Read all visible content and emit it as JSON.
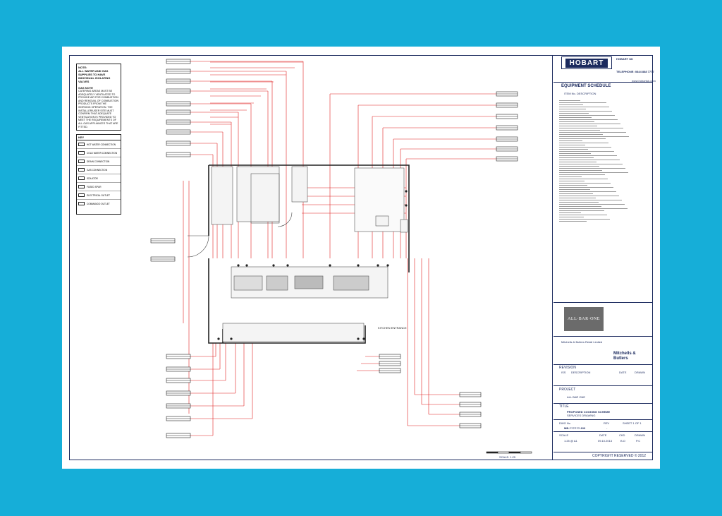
{
  "notes": {
    "title": "NOTE:",
    "water_gas": "ALL WATER AND GAS SUPPLIES TO HAVE INDIVIDUAL ISOLATING VALVES",
    "gas_note_title": "GAS NOTE",
    "gas_note": "CATERING AREAS MUST BE ADEQUATELY VENTILATED TO PROVIDE AIR FOR COMBUSTION AND REMOVAL OF COMBUSTION PRODUCTS FROM THE WORKING OPERATION. THE INSTALLER/USER SITE MUST CONFIRM THAT ADEQUATE VENTILATION IS PROVIDED TO MEET THE REQUIREMENTS OF ALL GAS APPLIANCES THAT ARE FITTED."
  },
  "key": {
    "title": "KEY",
    "items": [
      "HOT WATER CONNECTION",
      "COLD WATER CONNECTION",
      "DRAIN CONNECTION",
      "GAS CONNECTION",
      "ISOLATOR",
      "FUSED SPUR",
      "ELECTRICAL OUTLET",
      "COMMANDO OUTLET"
    ]
  },
  "title_block": {
    "brand": "HOBART",
    "address": "HOBART UK",
    "telephone": "TELEPHONE: 0844 888 7777",
    "website": "www.hobartuk.com",
    "schedule_title": "EQUIPMENT SCHEDULE",
    "schedule_header": "ITEM No.   DESCRIPTION",
    "client_logo": "ALL·BAR·ONE",
    "client_address": "Mitchells & Butlers Retail Limited",
    "mb_logo": "Mitchells & Butlers",
    "revision_label": "REVISION",
    "iss_label": "ISS",
    "description_label": "DESCRIPTION",
    "date_label": "DATE",
    "drawn_label": "DRAWN",
    "project_label": "PROJECT",
    "project_value": "ALL BAR ONE",
    "title_label": "TITLE",
    "title_value_1": "PROPOSED COOKING SCHEME",
    "title_value_2": "SERVICES DRAWING",
    "dwg_label": "DWG No",
    "dwg_value": "MB-??????-103",
    "rev_label": "REV",
    "rev_value": "-",
    "sheet_label": "SHEET 1 OF 1",
    "scale_label": "SCALE",
    "scale_value": "1:25 @ A1",
    "date_value": "09.10.2013",
    "ckd_label": "CKD",
    "ckd_value": "B.O",
    "drawn_value": "P.C",
    "copyright": "COPYRIGHT RESERVED © 2012"
  },
  "drawing": {
    "scale_bar_label": "SCALE: 1:25",
    "entrance_label": "KITCHEN ENTRANCE"
  },
  "colors": {
    "background": "#16aed8",
    "sheet": "#ffffff",
    "border": "#1b2a5e",
    "dimension_lines": "#e02020"
  }
}
